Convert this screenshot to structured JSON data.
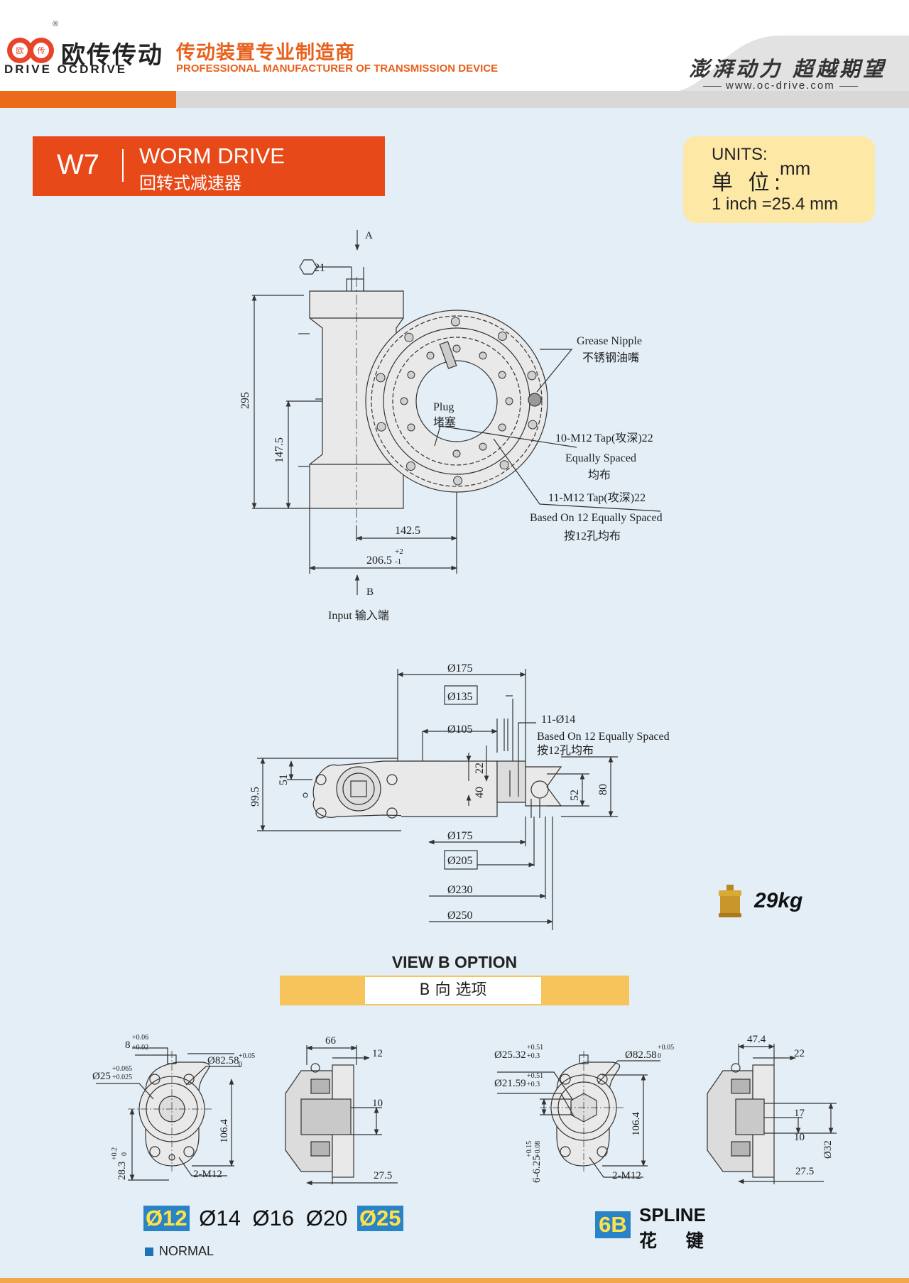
{
  "header": {
    "logo_cn": "欧传传动",
    "logo_en": "DRIVE OCDRIVE",
    "logo_gear_text": [
      "欧",
      "传"
    ],
    "registered_mark": "®",
    "tagline_cn": "传动装置专业制造商",
    "tagline_en": "PROFESSIONAL MANUFACTURER OF TRANSMISSION DEVICE",
    "slogan": "澎湃动力 超越期望",
    "website": "www.oc-drive.com"
  },
  "title": {
    "code": "W7",
    "name_en": "WORM DRIVE",
    "name_cn": "回转式减速器"
  },
  "units": {
    "label_en": "UNITS:",
    "label_cn": "单 位:",
    "unit": "mm",
    "conversion": "1 inch =25.4 mm"
  },
  "drawing_top": {
    "view_a": "A",
    "view_b": "B",
    "hex": "21",
    "height_total": "295",
    "height_center": "147.5",
    "width_center": "142.5",
    "width_total": "206.5",
    "width_total_tol_upper": "+2",
    "width_total_tol_lower": "-1",
    "grease_nipple_en": "Grease Nipple",
    "grease_nipple_cn": "不锈钢油嘴",
    "plug_en": "Plug",
    "plug_cn": "堵塞",
    "tap1_spec": "10-M12 Tap(攻深)22",
    "tap1_en": "Equally Spaced",
    "tap1_cn": "均布",
    "tap2_spec": "11-M12 Tap(攻深)22",
    "tap2_en": "Based On 12 Equally Spaced",
    "tap2_cn": "按12孔均布",
    "input_label": "Input  输入端"
  },
  "drawing_side": {
    "d175_top": "Ø175",
    "d135": "Ø135",
    "holes": "11-Ø14",
    "holes_en": "Based On 12 Equally Spaced",
    "holes_cn": "按12孔均布",
    "d105": "Ø105",
    "dim_22": "22",
    "dim_40": "40",
    "dim_51": "51",
    "dim_99_5": "99.5",
    "dim_52": "52",
    "dim_80": "80",
    "d175_bottom": "Ø175",
    "d205": "Ø205",
    "d230": "Ø230",
    "d250": "Ø250"
  },
  "weight": {
    "value": "29kg"
  },
  "view_b": {
    "title_en": "VIEW B OPTION",
    "title_cn": "B 向 选项"
  },
  "option_left": {
    "dim_8": "8",
    "dim_8_tol_upper": "+0.06",
    "dim_8_tol_lower": "+0.02",
    "d25": "Ø25",
    "d25_tol_upper": "+0.065",
    "d25_tol_lower": "+0.025",
    "d82": "Ø82.58",
    "d82_tol_upper": "+0.05",
    "d82_tol_lower": "0",
    "dim_106": "106.4",
    "dim_28": "28.3",
    "dim_28_tol_upper": "+0.2",
    "dim_28_tol_lower": "0",
    "bolts": "2-M12",
    "side_66": "66",
    "side_12": "12",
    "side_10": "10",
    "side_27": "27.5"
  },
  "option_right": {
    "d25": "Ø25.32",
    "d25_tol_upper": "+0.51",
    "d25_tol_lower": "+0.3",
    "d21": "Ø21.59",
    "d21_tol_upper": "+0.51",
    "d21_tol_lower": "+0.3",
    "d82": "Ø82.58",
    "d82_tol_upper": "+0.05",
    "d82_tol_lower": "0",
    "dim_106": "106.4",
    "spline": "6-6.25",
    "spline_tol_upper": "+0.15",
    "spline_tol_lower": "+0.08",
    "bolts": "2-M12",
    "side_47": "47.4",
    "side_22": "22",
    "side_17": "17",
    "side_10": "10",
    "side_32": "Ø32",
    "side_27": "27.5"
  },
  "shaft_options": {
    "items": [
      "Ø12",
      "Ø14",
      "Ø16",
      "Ø20",
      "Ø25"
    ],
    "legend": "NORMAL",
    "legend_color": "#1e73b8"
  },
  "spline_option": {
    "badge": "6B",
    "label_en": "SPLINE",
    "label_cn": "花 键"
  },
  "colors": {
    "accent_orange": "#e84919",
    "highlight_blue": "#2a83c6",
    "highlight_yellow": "#ffe24a",
    "units_bg": "#fde8a6",
    "page_bg": "#e3eef6"
  }
}
